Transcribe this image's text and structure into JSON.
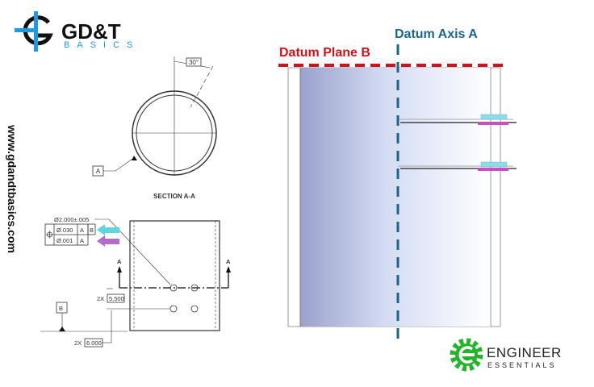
{
  "brand": {
    "gdt_title": "GD&T",
    "gdt_subtitle": "BASICS",
    "website": "www.gdandtbasics.com",
    "partner_line1": "ENGINEER",
    "partner_line2": "ESSENTIALS"
  },
  "section_view": {
    "angle_label": "30°",
    "datum_label": "A",
    "title": "SECTION A-A"
  },
  "front_view": {
    "hole_size": "Ø2.000±.005",
    "fcf_row1": {
      "tolerance": "Ø.030",
      "datum1": "A",
      "datum2": "B"
    },
    "fcf_row2": {
      "tolerance": "Ø.001",
      "datum1": "A"
    },
    "cut_label_left": "A",
    "cut_label_right": "A",
    "datum_b_label": "B",
    "dim1_prefix": "2X",
    "dim1_value": "5.500",
    "dim2_prefix": "2X",
    "dim2_value": "6.000"
  },
  "model_view": {
    "datum_plane_label": "Datum Plane B",
    "datum_axis_label": "Datum Axis A"
  },
  "colors": {
    "red": "#d0121b",
    "blue": "#1d6688",
    "cyan": "#5fd6dc",
    "purple": "#b46cc8",
    "green": "#27b22b",
    "logo_blue": "#1e9be0"
  }
}
